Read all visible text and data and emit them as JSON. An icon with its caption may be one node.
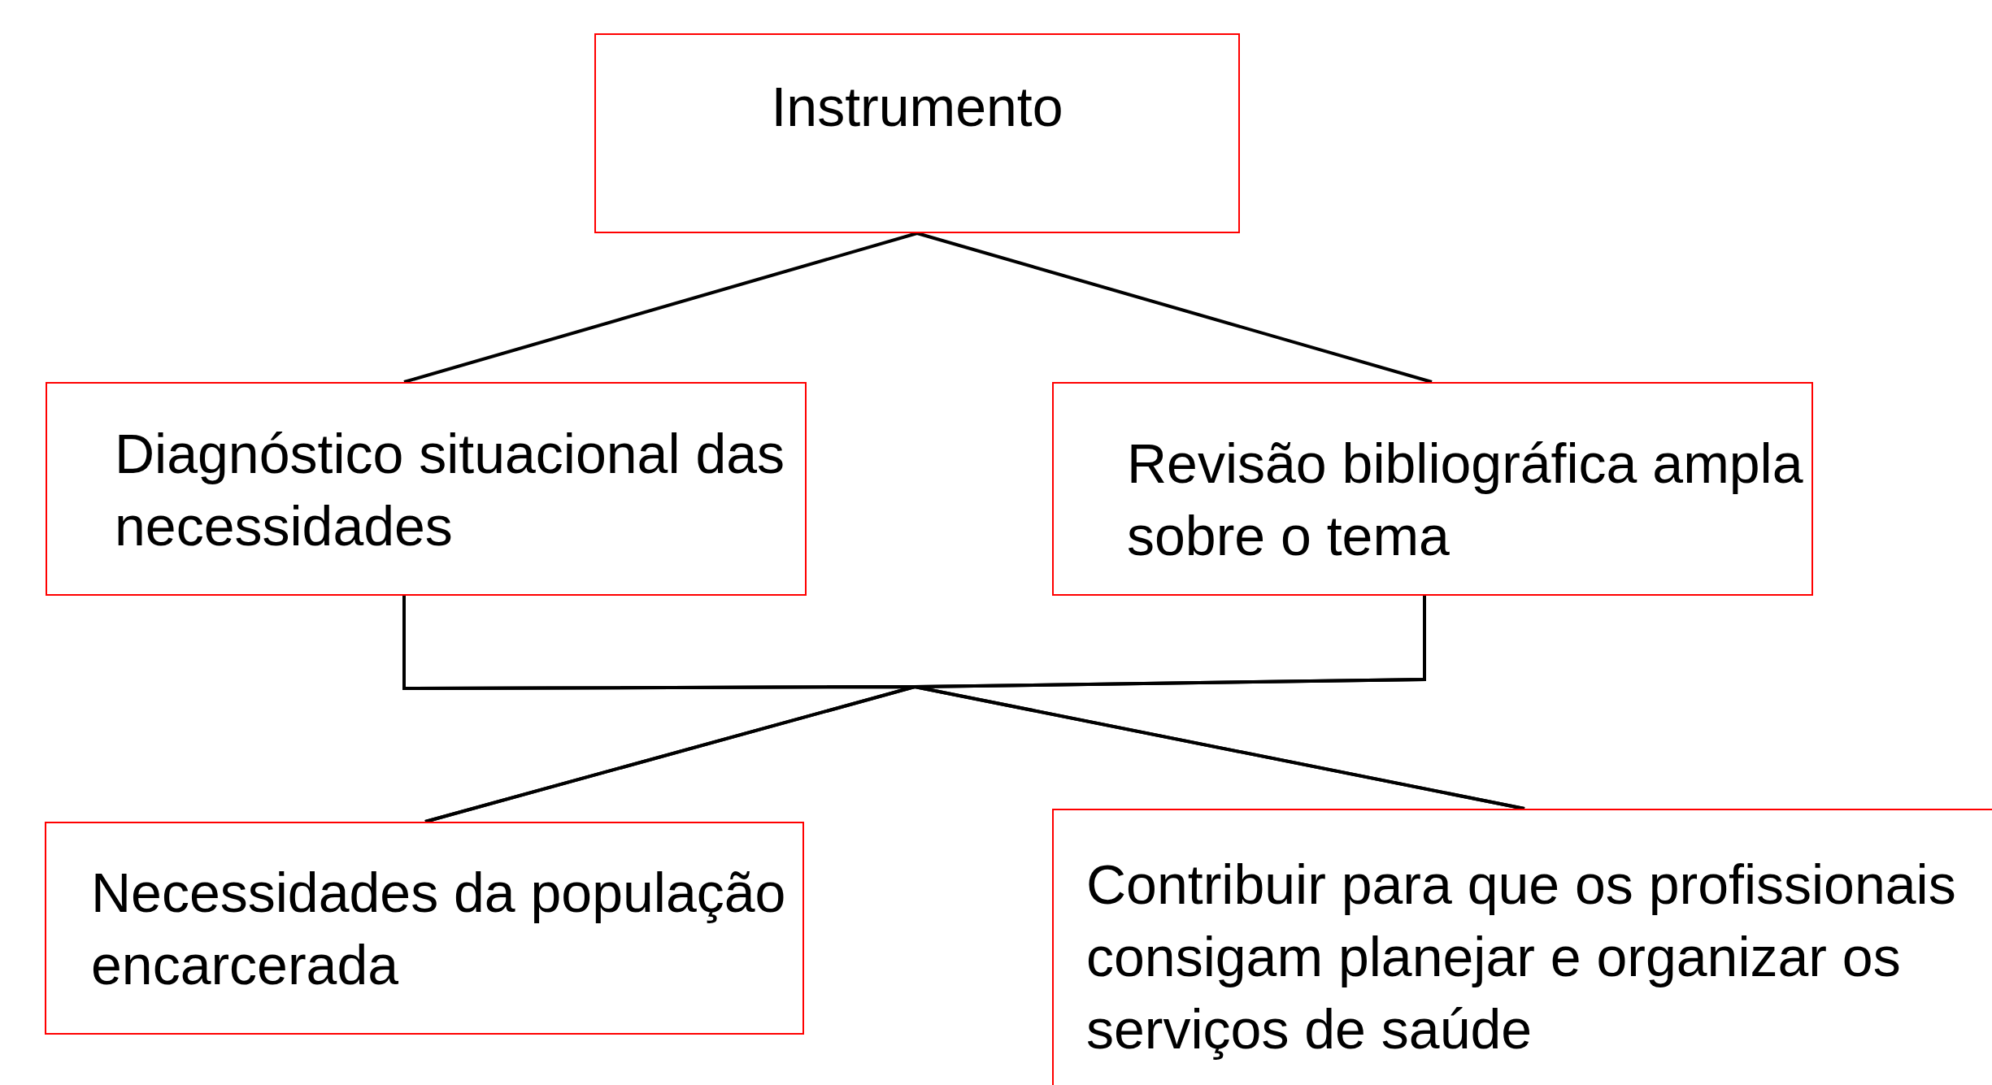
{
  "diagram": {
    "nodes": [
      {
        "text": [
          "Instrumento"
        ]
      },
      {
        "text": [
          "Diagnóstico situacional das necessidades"
        ]
      },
      {
        "text": [
          "Revisão bibliográfica ampla sobre o tema"
        ]
      },
      {
        "text": [
          "Necessidades da população encarcerada"
        ]
      },
      {
        "text": [
          "Contribuir para que os profissionais consigam planejar e organizar os serviços de saúde"
        ]
      }
    ],
    "edges": [
      {
        "from": 0,
        "to": 1,
        "arrow": "none"
      },
      {
        "from": 0,
        "to": 2,
        "arrow": "none"
      },
      {
        "from": 1,
        "to": 3,
        "arrow": "none"
      },
      {
        "from": 1,
        "to": 4,
        "arrow": "none"
      },
      {
        "from": 2,
        "to": 3,
        "arrow": "none"
      },
      {
        "from": 2,
        "to": 4,
        "arrow": "none"
      }
    ]
  }
}
